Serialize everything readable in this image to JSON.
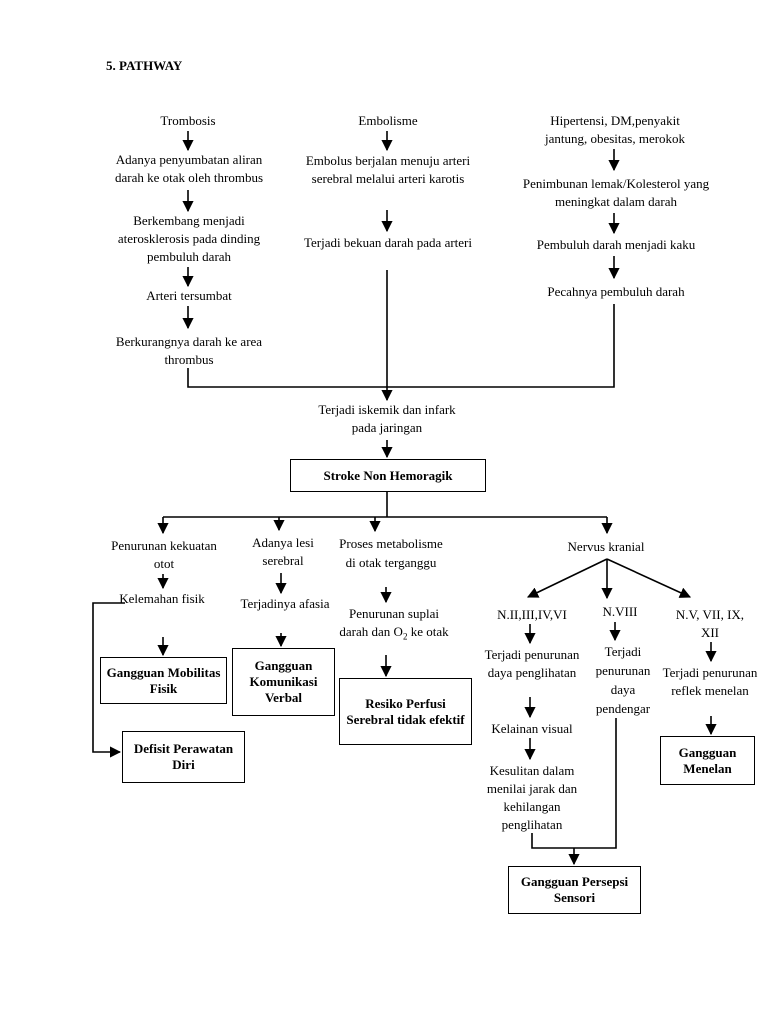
{
  "heading": "5. PATHWAY",
  "causes": {
    "trombosis": {
      "title": "Trombosis",
      "steps": [
        "Adanya penyumbatan aliran darah ke otak oleh thrombus",
        "Berkembang menjadi aterosklerosis pada dinding pembuluh darah",
        "Arteri tersumbat",
        "Berkurangnya darah ke area thrombus"
      ]
    },
    "embolisme": {
      "title": "Embolisme",
      "steps": [
        "Embolus berjalan menuju arteri serebral melalui arteri karotis",
        "Terjadi bekuan darah pada arteri"
      ]
    },
    "hipertensi": {
      "title": "Hipertensi, DM,penyakit jantung, obesitas, merokok",
      "steps": [
        "Penimbunan lemak/Kolesterol yang meningkat dalam darah",
        "Pembuluh darah menjadi kaku",
        "Pecahnya pembuluh darah"
      ]
    }
  },
  "iskemik": "Terjadi iskemik dan infark pada jaringan",
  "stroke": "Stroke Non Hemoragik",
  "branches": {
    "motor": {
      "title": "Penurunan kekuatan otot",
      "step": "Kelemahan fisik",
      "dx1": "Gangguan Mobilitas Fisik",
      "dx2": "Defisit Perawatan Diri"
    },
    "lesi": {
      "title": "Adanya lesi serebral",
      "step": "Terjadinya afasia",
      "dx": "Gangguan Komunikasi Verbal"
    },
    "metabolisme": {
      "title": "Proses metabolisme di otak terganggu",
      "step_pre": "Penurunan suplai darah dan O",
      "step_sub": "2",
      "step_post": " ke otak",
      "dx": "Resiko Perfusi Serebral tidak efektif"
    },
    "nervus": {
      "title": "Nervus kranial",
      "n1": {
        "title": "N.II,III,IV,VI",
        "steps": [
          "Terjadi penurunan daya penglihatan",
          "Kelainan visual",
          "Kesulitan dalam menilai jarak dan kehilangan penglihatan"
        ]
      },
      "n2": {
        "title": "N.VIII",
        "step": "Terjadi penurunan daya pendengar"
      },
      "n3": {
        "title": "N.V, VII, IX, XII",
        "step": "Terjadi penurunan reflek menelan",
        "dx": "Gangguan Menelan"
      },
      "dx": "Gangguan Persepsi Sensori"
    }
  }
}
